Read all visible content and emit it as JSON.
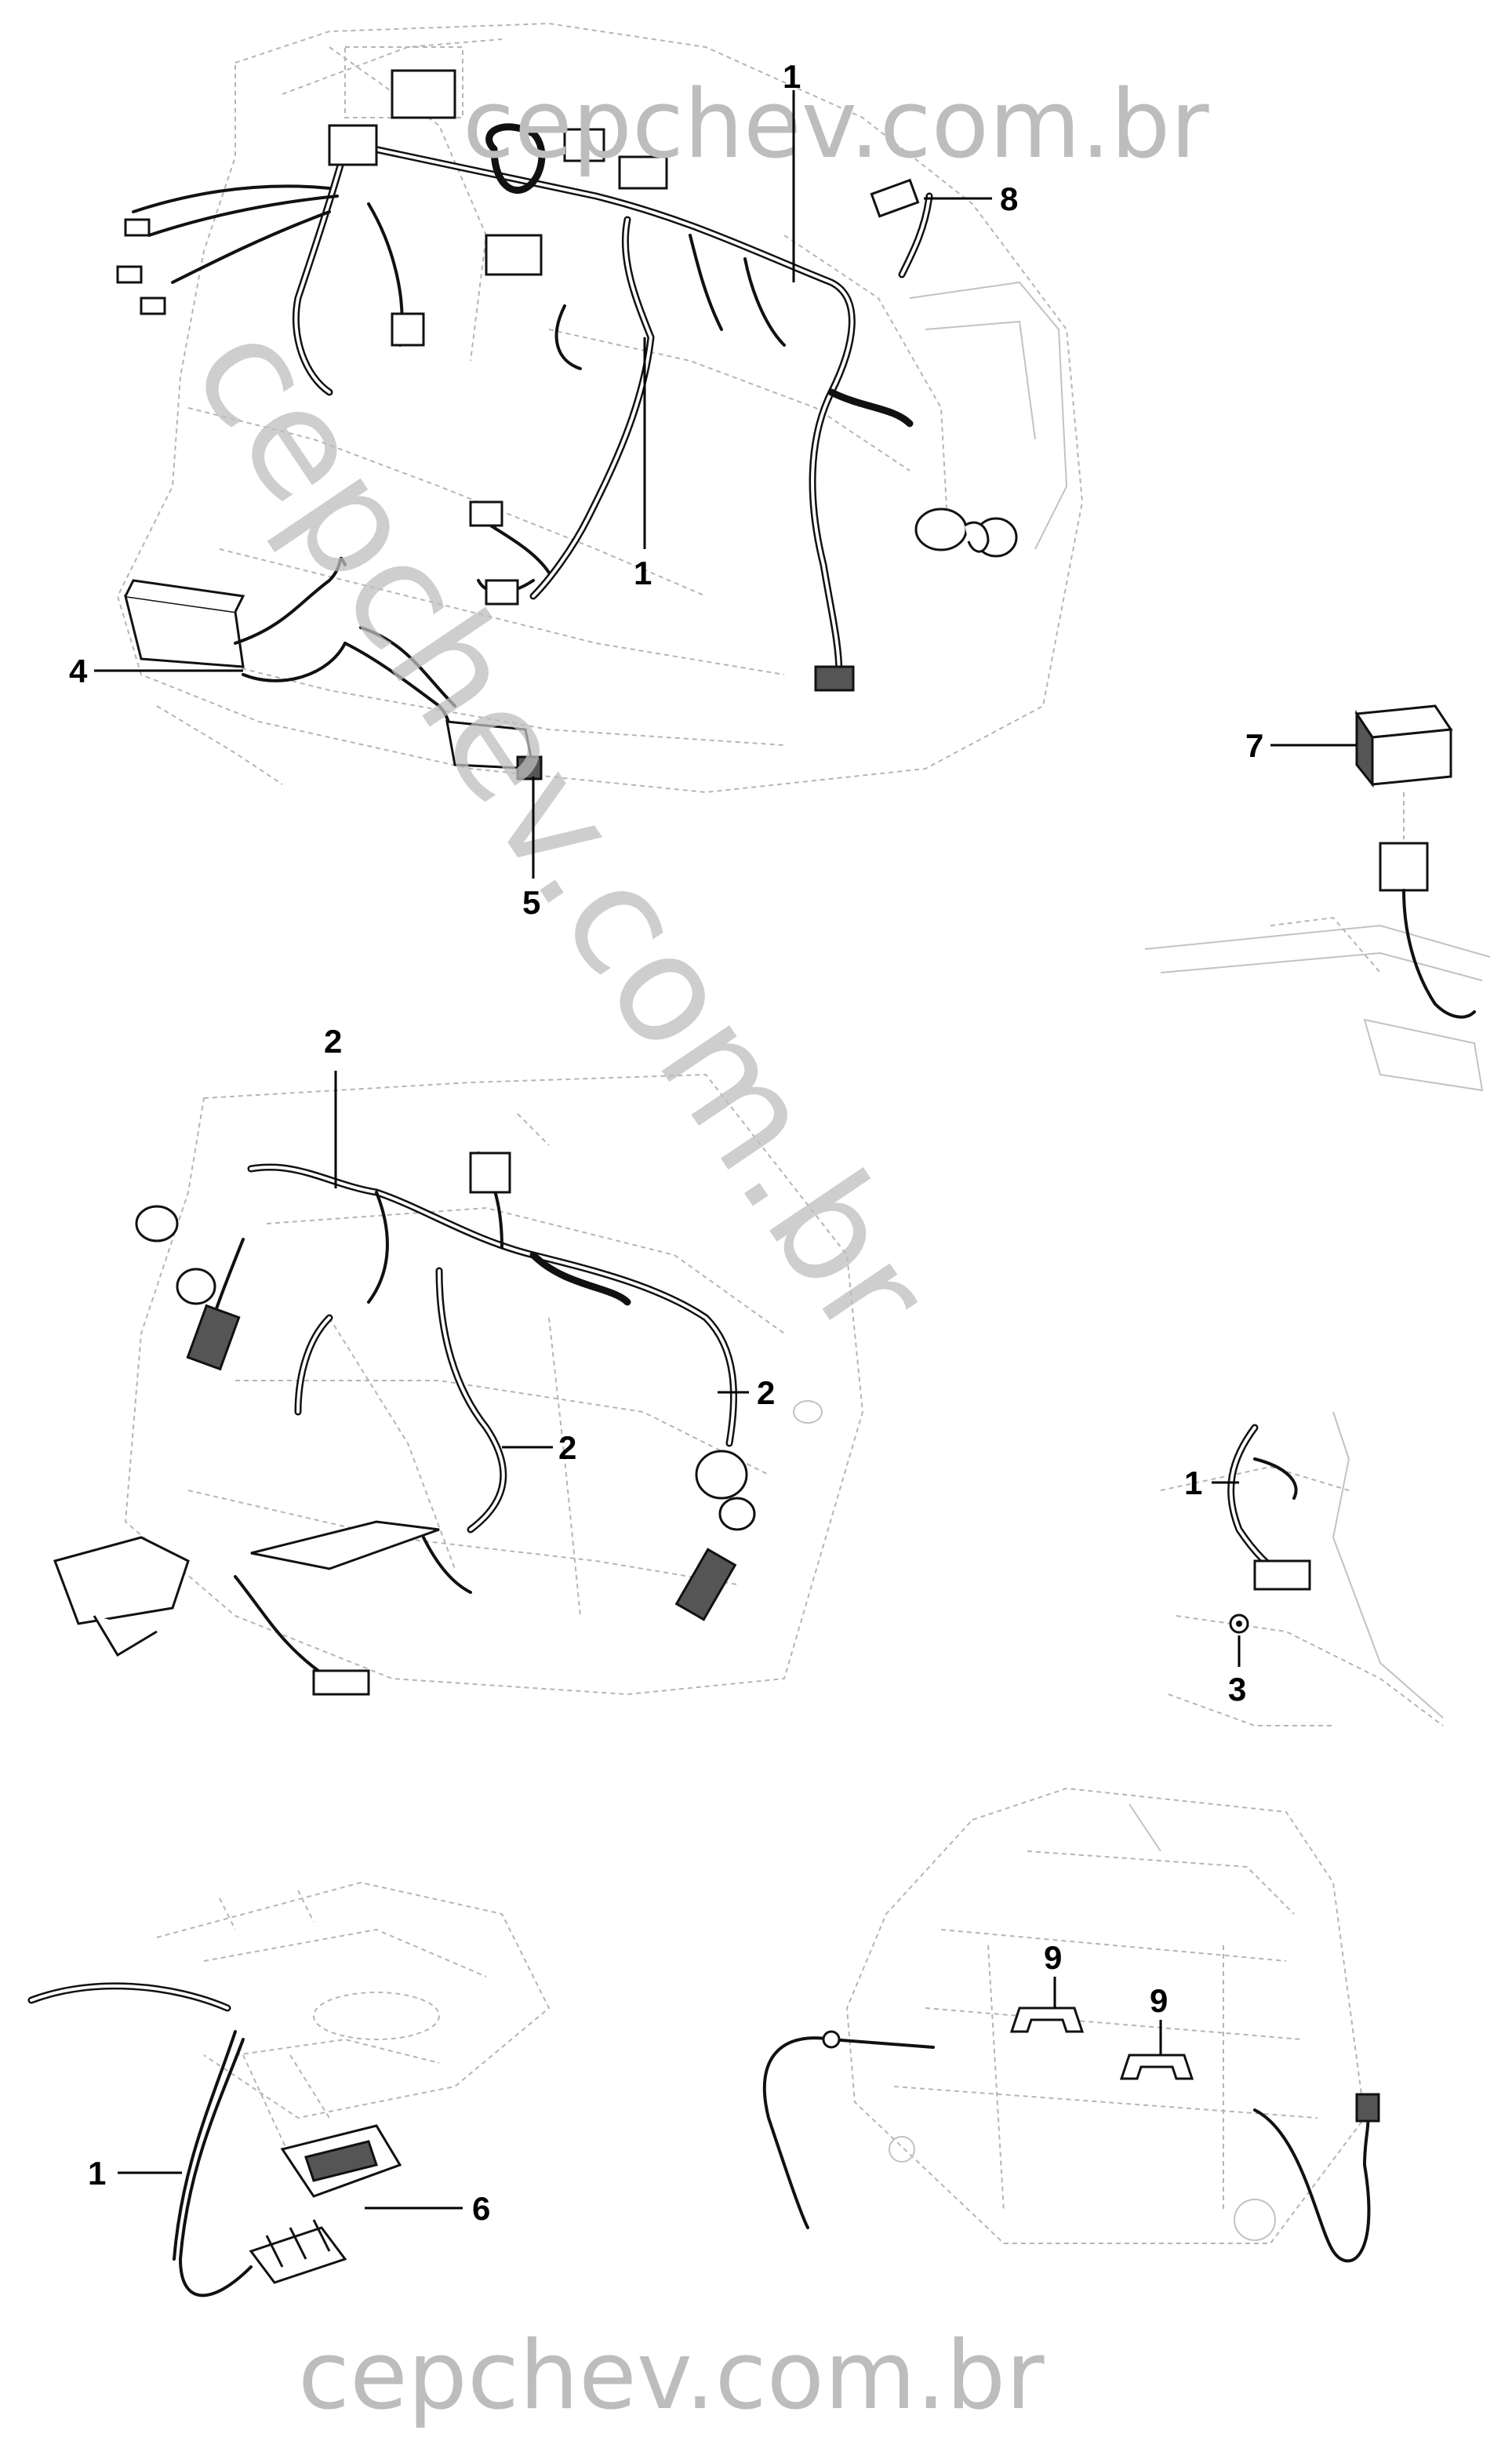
{
  "watermark": {
    "top": "cepchev.com.br",
    "diagonal": "cepchev.com.br",
    "bottom": "cepchev.com.br"
  },
  "callouts": {
    "main_harness_top": "1",
    "main_harness_mid": "1",
    "part_8": "8",
    "part_4": "4",
    "part_5": "5",
    "part_7": "7",
    "rear_harness_top": "2",
    "rear_harness_right": "2",
    "rear_harness_mid": "2",
    "detail_harness": "1",
    "detail_nut": "3",
    "roof_harness": "1",
    "roof_module": "6",
    "seat_clip_left": "9",
    "seat_clip_right": "9"
  }
}
